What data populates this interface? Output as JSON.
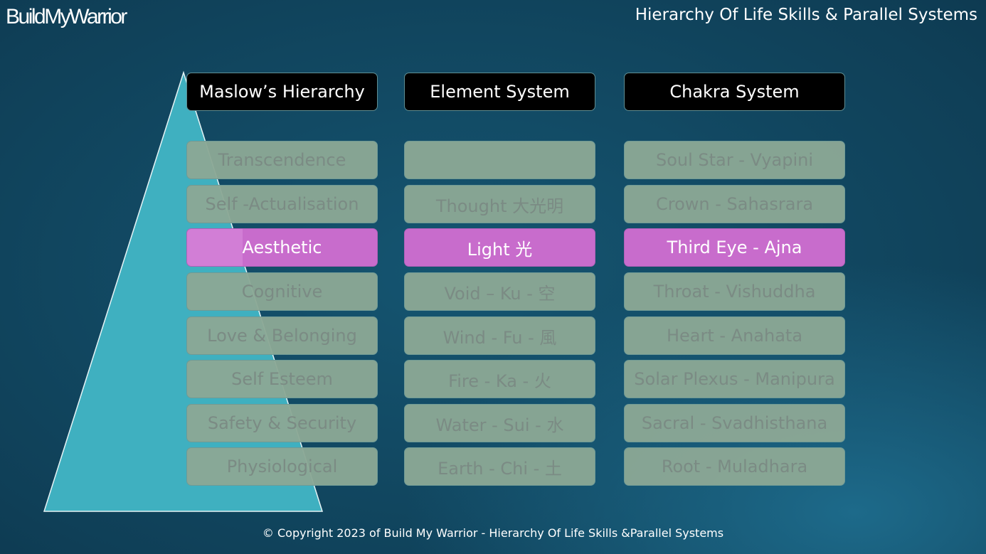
{
  "brand": {
    "logo": "BuildMyWarrior"
  },
  "page": {
    "title": "Hierarchy Of Life Skills & Parallel Systems"
  },
  "columns": [
    {
      "header": "Maslow’s Hierarchy",
      "items": [
        "Transcendence",
        "Self -Actualisation",
        "Aesthetic",
        "Cognitive",
        "Love & Belonging",
        "Self Esteem",
        "Safety & Security",
        "Physiological"
      ]
    },
    {
      "header": "Element System",
      "items": [
        "",
        "Thought 大光明",
        "Light 光",
        "Void – Ku - 空",
        "Wind - Fu - 風",
        "Fire - Ka - 火",
        "Water - Sui - 水",
        "Earth - Chi - 土"
      ]
    },
    {
      "header": "Chakra System",
      "items": [
        "Soul Star - Vyapini",
        "Crown - Sahasrara",
        "Third Eye - Ajna",
        "Throat - Vishuddha",
        "Heart - Anahata",
        "Solar Plexus - Manipura",
        "Sacral - Svadhisthana",
        "Root - Muladhara"
      ]
    }
  ],
  "highlighted_row": 2,
  "colors": {
    "background": "#0f3f57",
    "pyramid": "#3fb0c0",
    "cell": "#8ba895",
    "cell_text": "#7b8b84",
    "highlight": "#c86ccc",
    "header": "#000000"
  },
  "footer": {
    "text": "© Copyright 2023 of Build My Warrior - Hierarchy Of Life Skills &Parallel Systems"
  }
}
